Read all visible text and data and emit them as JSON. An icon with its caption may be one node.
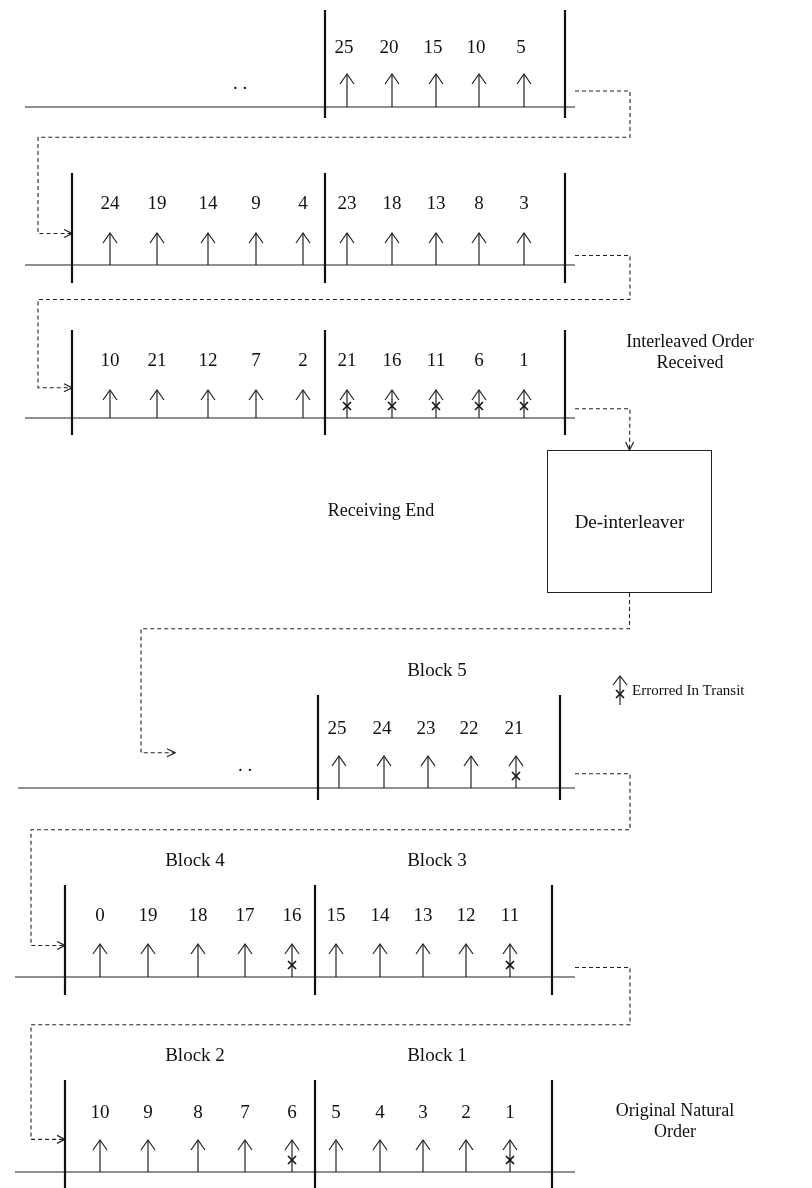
{
  "diagram": {
    "nodes": [
      {
        "text": [],
        "shape": "bar"
      },
      {
        "text": [],
        "shape": "bar"
      },
      {
        "text": [],
        "shape": "bar"
      },
      {
        "text": [
          "De-interleaver"
        ]
      },
      {
        "text": [],
        "shape": "bar",
        "beside": [
          "Block 5"
        ]
      },
      {
        "text": [],
        "shape": "bar",
        "beside": [
          "Block 4",
          "Block 3"
        ]
      },
      {
        "text": [],
        "shape": "bar",
        "beside": [
          "Block 2",
          "Block 1"
        ]
      }
    ],
    "edges": [
      {
        "from": 0,
        "to": 1,
        "arrow": "to",
        "style": "dashed"
      },
      {
        "from": 1,
        "to": 2,
        "arrow": "to",
        "style": "dashed"
      },
      {
        "from": 2,
        "to": 3,
        "arrow": "to",
        "style": "dashed"
      },
      {
        "from": 3,
        "to": 4,
        "arrow": "to",
        "style": "dashed"
      },
      {
        "from": 4,
        "to": 5,
        "arrow": "to",
        "style": "dashed"
      },
      {
        "from": 5,
        "to": 6,
        "arrow": "to",
        "style": "dashed"
      }
    ],
    "labels": [
      ". .",
      "25",
      "20",
      "15",
      "10",
      "5",
      "24",
      "19",
      "14",
      "9",
      "4",
      "23",
      "18",
      "13",
      "8",
      "3",
      "10",
      "21",
      "12",
      "7",
      "2",
      "21",
      "16",
      "11",
      "6",
      "1",
      "Interleaved Order Received",
      "Receiving End",
      ". .",
      "25",
      "24",
      "23",
      "22",
      "21",
      "0",
      "19",
      "18",
      "17",
      "16",
      "15",
      "14",
      "13",
      "12",
      "11",
      "10",
      "9",
      "8",
      "7",
      "6",
      "5",
      "4",
      "3",
      "2",
      "1",
      "Original Natural Order"
    ],
    "legend": [
      {
        "text": "Errorred In Transit"
      }
    ]
  }
}
